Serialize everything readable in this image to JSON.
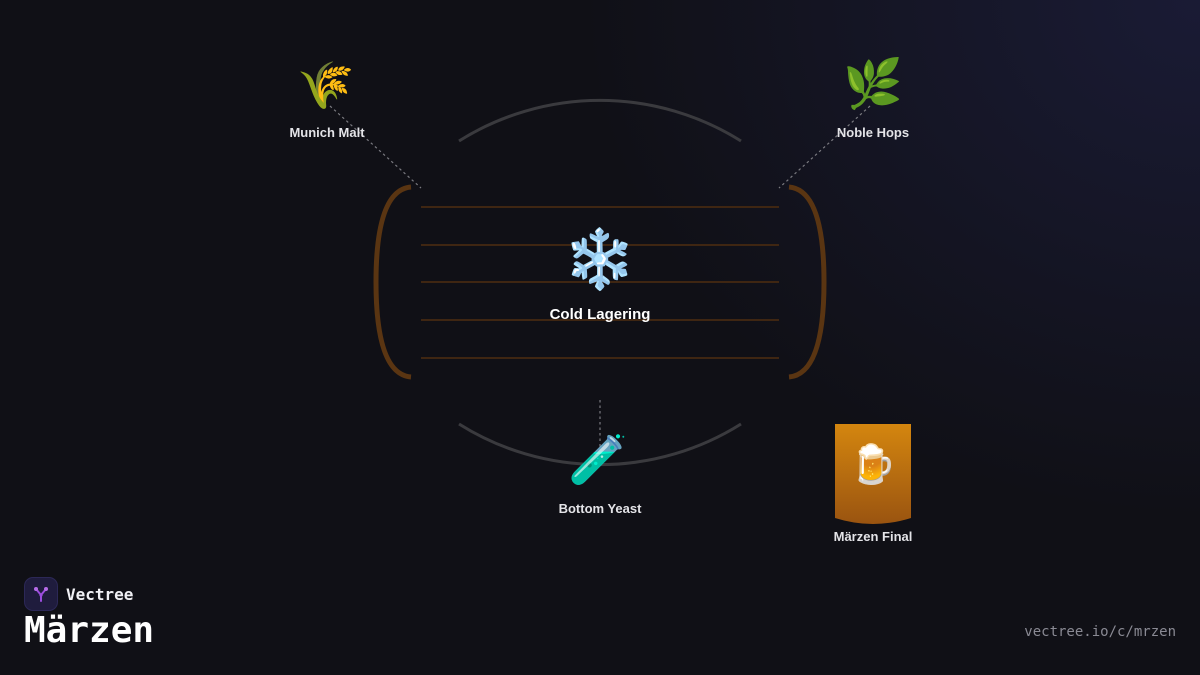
{
  "brand": {
    "name": "Vectree",
    "logo_icon": "tree-branch-logo-icon",
    "accent": "#9b4dde"
  },
  "title": "Märzen",
  "url": "vectree.io/c/mrzen",
  "center": {
    "label": "Cold Lagering",
    "icon": "❄️",
    "icon_name": "snowflake-icon"
  },
  "nodes": {
    "malt": {
      "label": "Munich Malt",
      "icon": "🌾",
      "icon_name": "wheat-icon"
    },
    "hops": {
      "label": "Noble Hops",
      "icon": "🌿",
      "icon_name": "herb-icon"
    },
    "yeast": {
      "label": "Bottom Yeast",
      "icon": "🧪",
      "icon_name": "test-tube-icon"
    },
    "final": {
      "label": "Märzen Final",
      "icon": "🍺",
      "icon_name": "beer-mug-icon"
    }
  },
  "colors": {
    "background": "#101016",
    "barrel_wood": "#5a3512",
    "barrel_stave": "#3f2612",
    "ring": "#3a3a3e",
    "connector": "#7a7a80",
    "final_badge_top": "#d4860f",
    "final_badge_bottom": "#9a5410"
  }
}
